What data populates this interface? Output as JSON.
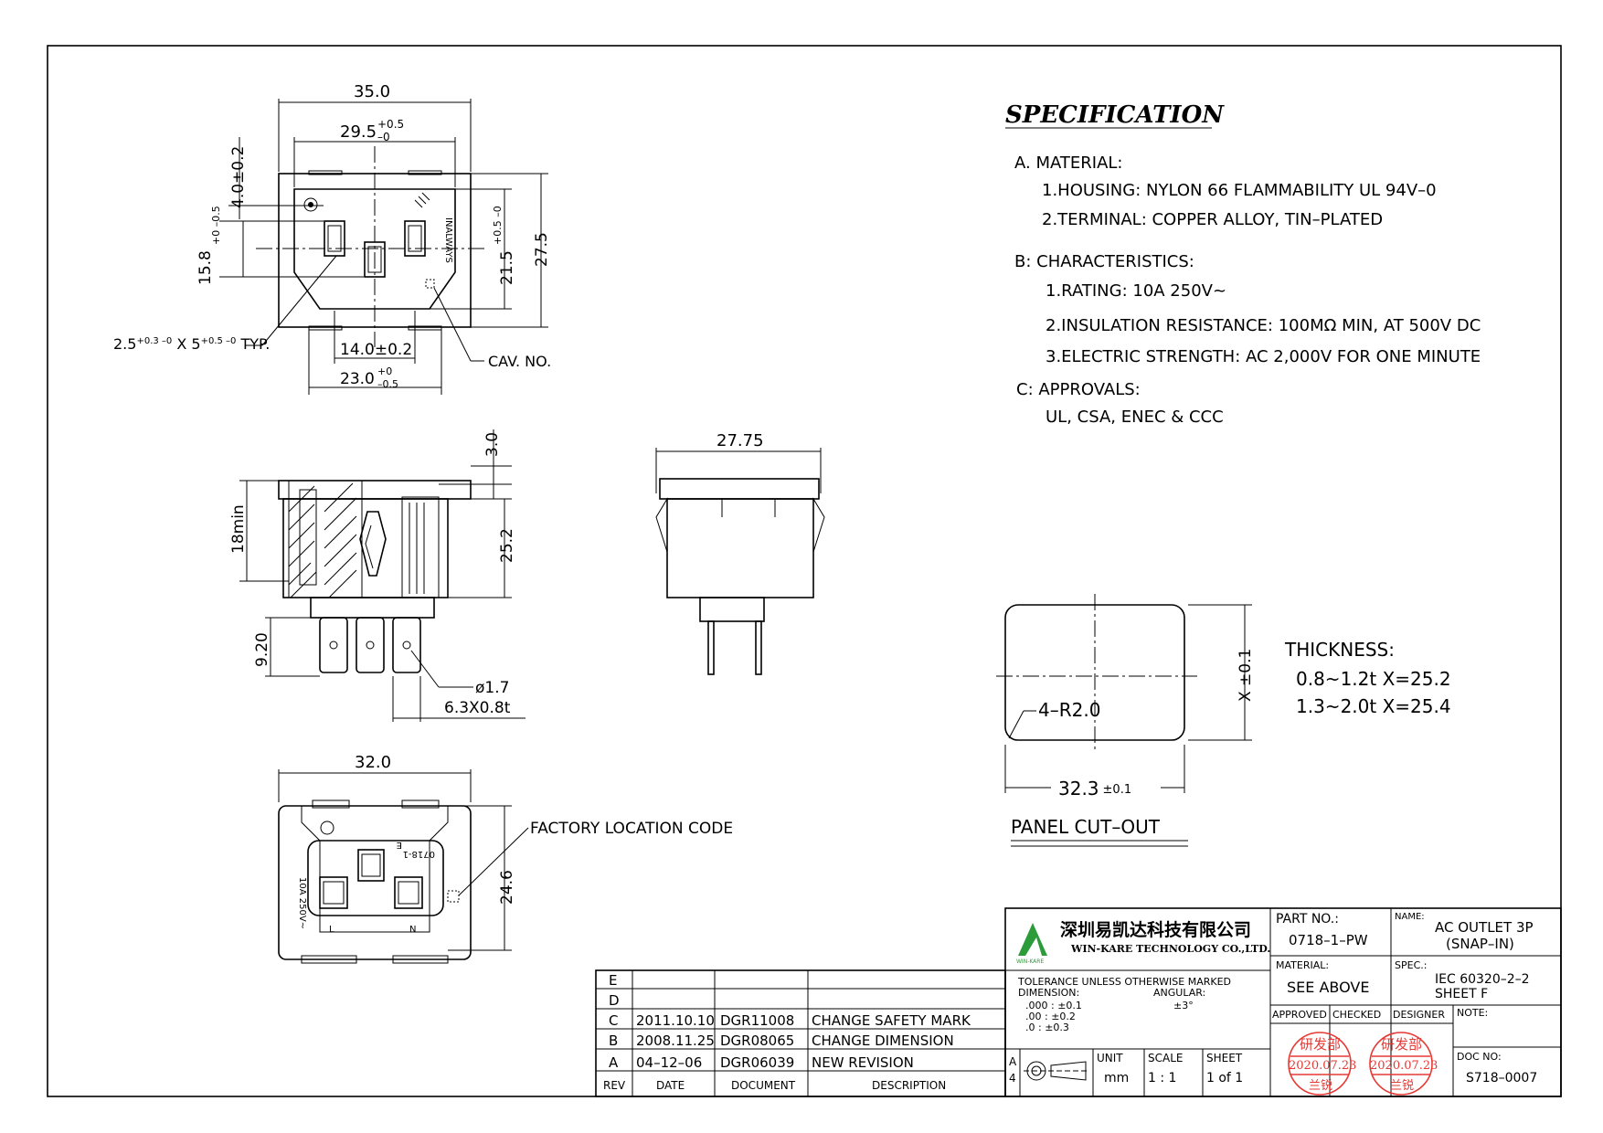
{
  "spec": {
    "title": "SPECIFICATION",
    "a_head": "A. MATERIAL:",
    "a1": "1.HOUSING:  NYLON  66  FLAMMABILITY  UL  94V–0",
    "a2": "2.TERMINAL:  COPPER  ALLOY,  TIN–PLATED",
    "b_head": "B:  CHARACTERISTICS:",
    "b1": "1.RATING:  10A  250V~",
    "b2": "2.INSULATION  RESISTANCE:  100MΩ  MIN,  AT  500V  DC",
    "b3": "3.ELECTRIC  STRENGTH:  AC  2,000V  FOR  ONE  MINUTE",
    "c_head": "C:  APPROVALS:",
    "c1": "UL,  CSA,  ENEC  &  CCC"
  },
  "front": {
    "d35": "35.0",
    "d295": "29.5",
    "d295_tol_up": "+0.5",
    "d295_tol_dn": "–0",
    "d40": "4.0±0.2",
    "d158": "15.8",
    "d158_tol": "+0 –0.5",
    "d215": "21.5",
    "d215_tol": "+0.5 –0",
    "d275": "27.5",
    "slot": "2.5",
    "slot_tol1": "+0.3 –0",
    "slot_x": " X 5",
    "slot_tol2": "+0.5 –0",
    "slot_typ": " TYP.",
    "d14": "14.0±0.2",
    "d23": "23.0",
    "d23_tol_up": "+0",
    "d23_tol_dn": "–0.5",
    "cav": "CAV. NO.",
    "marking_right": "INALWAYS"
  },
  "side": {
    "d30": "3.0",
    "d18": "18min",
    "d252": "25.2",
    "d920": "9.20",
    "d17": "ø1.7",
    "d63": "6.3X0.8t"
  },
  "end": {
    "d2775": "27.75"
  },
  "back": {
    "d32": "32.0",
    "d246": "24.6",
    "factory": "FACTORY LOCATION CODE",
    "partmark": "0718-1",
    "rating_mark": "10A  250V~",
    "label_L": "L",
    "label_N": "N",
    "label_E": "E"
  },
  "cutout": {
    "x_tol": "X ±0.1",
    "radius": "4–R2.0",
    "width": "32.3",
    "width_tol": "±0.1",
    "title": "PANEL  CUT–OUT",
    "thk_head": "THICKNESS:",
    "thk1": "0.8~1.2t  X=25.2",
    "thk2": "1.3~2.0t  X=25.4"
  },
  "revisions": {
    "rows": [
      {
        "rev": "E",
        "date": "",
        "doc": "",
        "desc": ""
      },
      {
        "rev": "D",
        "date": "",
        "doc": "",
        "desc": ""
      },
      {
        "rev": "C",
        "date": "2011.10.10",
        "doc": "DGR11008",
        "desc": "CHANGE SAFETY MARK"
      },
      {
        "rev": "B",
        "date": "2008.11.25",
        "doc": "DGR08065",
        "desc": "CHANGE DIMENSION"
      },
      {
        "rev": "A",
        "date": "04–12–06",
        "doc": "DGR06039",
        "desc": "NEW REVISION"
      }
    ],
    "h_rev": "REV",
    "h_date": "DATE",
    "h_doc": "DOCUMENT",
    "h_desc": "DESCRIPTION"
  },
  "titleblock": {
    "company_cn": "深圳易凯达科技有限公司",
    "company_en": "WIN-KARE TECHNOLOGY CO.,LTD.",
    "logo_text": "WIN-KARE",
    "tol_line1": "TOLERANCE  UNLESS  OTHERWISE  MARKED",
    "tol_dim": "DIMENSION:",
    "tol_ang": "ANGULAR:",
    "tol_1": ".000  :  ±0.1",
    "tol_2": ".00   :  ±0.2",
    "tol_3": ".0    :  ±0.3",
    "tol_ang_val": "±3°",
    "proj_a": "A",
    "proj_4": "4",
    "unit_h": "UNIT",
    "unit_v": "mm",
    "scale_h": "SCALE",
    "scale_v": "1  :  1",
    "sheet_h": "SHEET",
    "sheet_v": "1  of  1",
    "part_h": "PART NO.:",
    "part_v": "0718–1–PW",
    "name_h": "NAME:",
    "name_v1": "AC  OUTLET  3P",
    "name_v2": "(SNAP–IN)",
    "mat_h": "MATERIAL:",
    "mat_v": "SEE  ABOVE",
    "spec_h": "SPEC.:",
    "spec_v1": "IEC  60320–2–2",
    "spec_v2": "SHEET  F",
    "approved": "APPROVED",
    "checked": "CHECKED",
    "designer": "DESIGNER",
    "note": "NOTE:",
    "doc_h": "DOC NO:",
    "doc_v": "S718–0007",
    "stamp1_top": "研发部",
    "stamp1_date": "2020.07.23",
    "stamp1_name": "兰锐",
    "stamp2_top": "研发部",
    "stamp2_date": "2020.07.23",
    "stamp2_name": "兰锐",
    "colors": {
      "stamp": "#e53935",
      "logo": "#2e9b3a"
    }
  }
}
